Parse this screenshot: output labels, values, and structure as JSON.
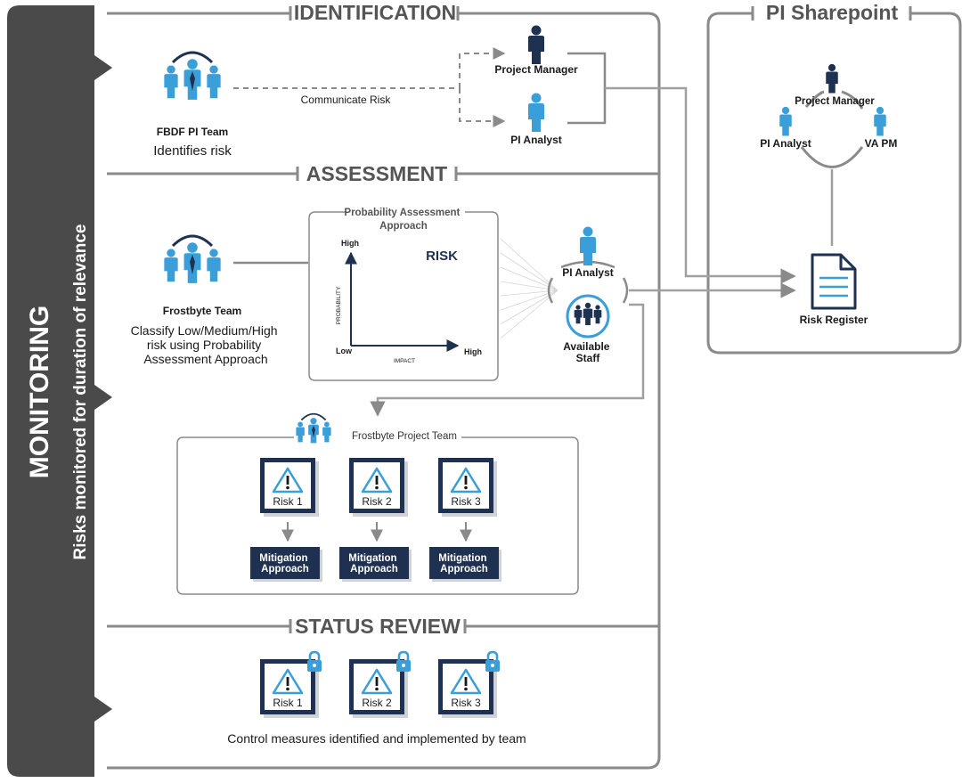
{
  "colors": {
    "line": "#8a8a8a",
    "dark": "#4a4a4a",
    "navy": "#1f3150",
    "blue": "#3a9fd8",
    "text": "#1a1a1a"
  },
  "sidebar": {
    "title": "MONITORING",
    "subtitle": "Risks monitored for duration of relevance"
  },
  "identification": {
    "header": "IDENTIFICATION",
    "team_name": "FBDF PI Team",
    "team_desc": "Identifies risk",
    "communicate_label": "Communicate Risk",
    "roles": [
      "Project Manager",
      "PI Analyst"
    ]
  },
  "sharepoint": {
    "header": "PI Sharepoint",
    "roles": [
      "Project Manager",
      "PI Analyst",
      "VA PM"
    ],
    "register_label": "Risk Register"
  },
  "assessment": {
    "header": "ASSESSMENT",
    "team_name": "Frostbyte Team",
    "team_desc": [
      "Classify Low/Medium/High",
      "risk using Probability",
      "Assessment Approach"
    ],
    "approach_title": [
      "Probability Assessment",
      "Approach"
    ],
    "risk_word": "RISK",
    "y_axis_label": "PROBABILITY",
    "x_axis_label": "IMPACT",
    "y_high": "High",
    "origin_low": "Low",
    "x_high": "High",
    "analyst_label": "PI Analyst",
    "staff_label": [
      "Available",
      "Staff"
    ]
  },
  "project_team": {
    "title": "Frostbyte Project Team",
    "risks": [
      "Risk 1",
      "Risk 2",
      "Risk 3"
    ],
    "mitigation_label": [
      "Mitigation",
      "Approach"
    ]
  },
  "status_review": {
    "header": "STATUS REVIEW",
    "risks": [
      "Risk 1",
      "Risk 2",
      "Risk 3"
    ],
    "caption": "Control measures identified and implemented by team"
  }
}
